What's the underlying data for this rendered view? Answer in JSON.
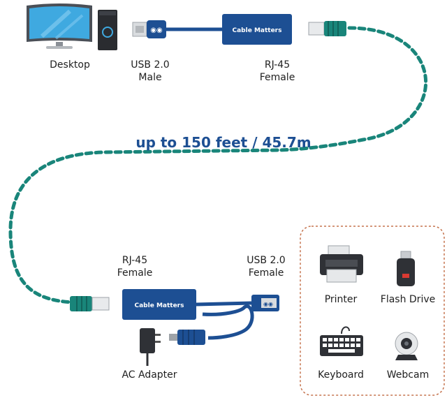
{
  "labels": {
    "desktop": "Desktop",
    "usb_male_line1": "USB 2.0",
    "usb_male_line2": "Male",
    "rj45_top_line1": "RJ-45",
    "rj45_top_line2": "Female",
    "distance": "up to 150 feet / 45.7m",
    "rj45_bottom_line1": "RJ-45",
    "rj45_bottom_line2": "Female",
    "usb_female_line1": "USB 2.0",
    "usb_female_line2": "Female",
    "ac_adapter": "AC Adapter"
  },
  "brand": {
    "logo_text": "Cable Matters"
  },
  "devices": [
    {
      "name": "Printer",
      "icon": "printer-icon"
    },
    {
      "name": "Flash Drive",
      "icon": "flash-drive-icon"
    },
    {
      "name": "Keyboard",
      "icon": "keyboard-icon"
    },
    {
      "name": "Webcam",
      "icon": "webcam-icon"
    }
  ],
  "colors": {
    "cable_blue": "#1d4f93",
    "ethernet_teal": "#19857a",
    "panel_border": "#c5744f"
  }
}
